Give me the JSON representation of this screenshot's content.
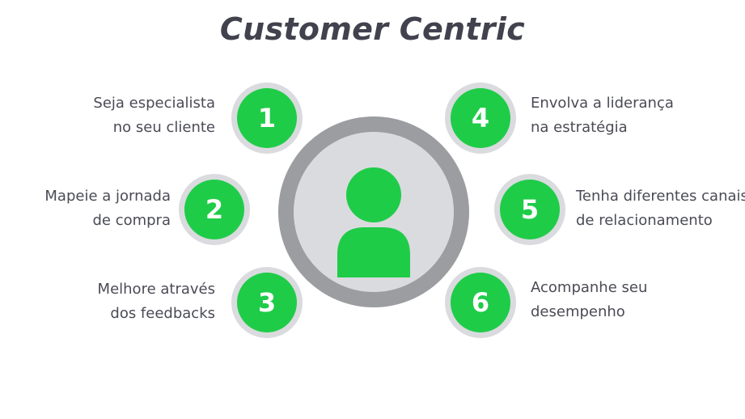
{
  "title": "Customer Centric",
  "colors": {
    "accent_green": "#1fcc48",
    "ring_gray": "#9c9da1",
    "light_gray": "#dadbdf",
    "text": "#4a4b55",
    "title": "#41424d"
  },
  "center": {
    "icon": "user-icon"
  },
  "steps": [
    {
      "number": "1",
      "line1": "Seja especialista",
      "line2": "no seu cliente"
    },
    {
      "number": "2",
      "line1": "Mapeie a jornada",
      "line2": "de compra"
    },
    {
      "number": "3",
      "line1": "Melhore através",
      "line2": "dos feedbacks"
    },
    {
      "number": "4",
      "line1": "Envolva a liderança",
      "line2": "na estratégia"
    },
    {
      "number": "5",
      "line1": "Tenha diferentes canais",
      "line2": "de relacionamento"
    },
    {
      "number": "6",
      "line1": "Acompanhe seu",
      "line2": "desempenho"
    }
  ]
}
